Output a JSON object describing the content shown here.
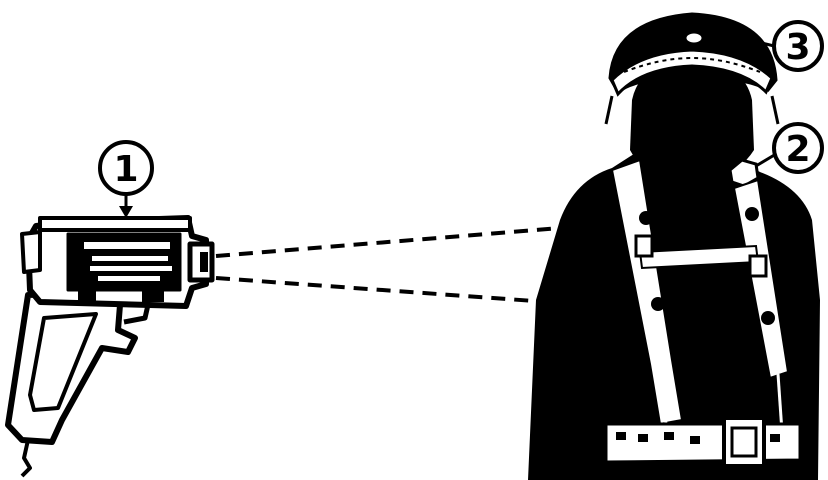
{
  "diagram": {
    "colors": {
      "ink": "#000000",
      "paper": "#ffffff"
    },
    "callouts": [
      {
        "label": "1",
        "target": "laser-gun"
      },
      {
        "label": "2",
        "target": "shoulder-detector"
      },
      {
        "label": "3",
        "target": "helmet-band-detector"
      }
    ],
    "beam": {
      "style": "dashed",
      "lines": 2
    }
  }
}
